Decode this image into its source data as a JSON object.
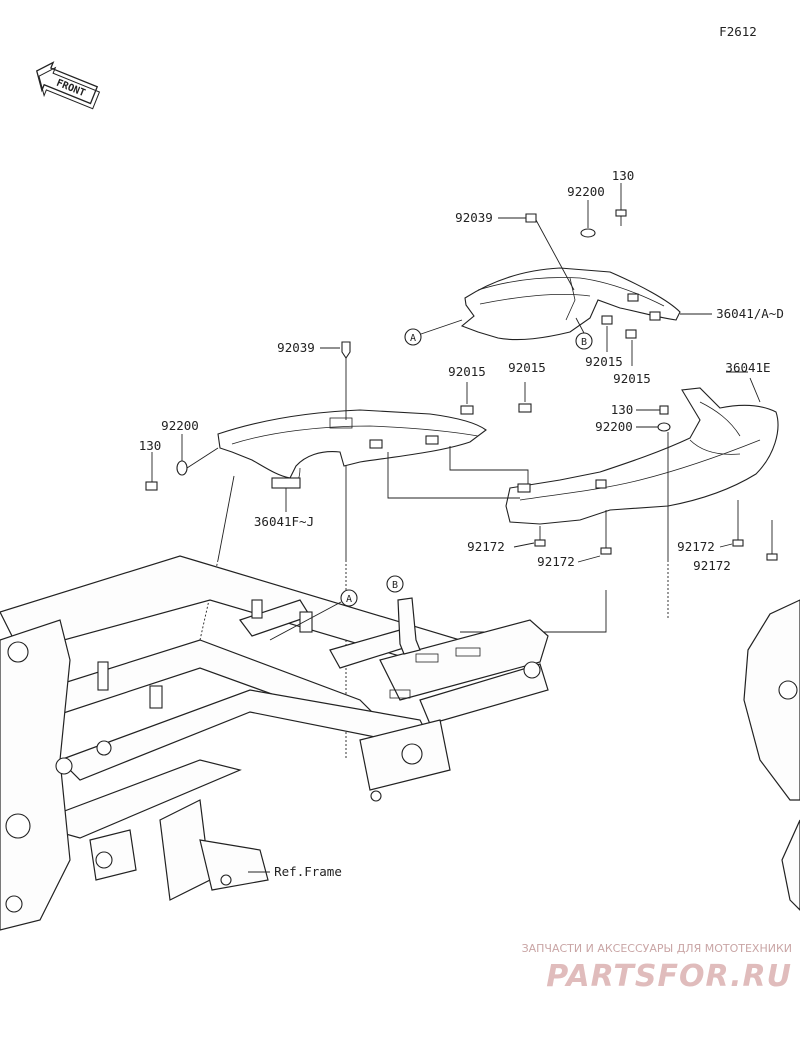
{
  "diagram": {
    "code": "F2612",
    "front_label": "FRONT",
    "callouts": {
      "A": "A",
      "B": "B"
    },
    "parts": {
      "p130_top": "130",
      "p92200_top": "92200",
      "p92039_top": "92039",
      "p36041_ad": "36041/A~D",
      "p92015_b1": "92015",
      "p92015_b2": "92015",
      "p92039_mid": "92039",
      "p92015_m1": "92015",
      "p92015_m2": "92015",
      "p92200_left": "92200",
      "p130_left": "130",
      "p36041_fj": "36041F~J",
      "p36041_e": "36041E",
      "p130_right": "130",
      "p92200_right": "92200",
      "p92172_left": "92172",
      "p92172_mid": "92172",
      "p92172_right": "92172",
      "p92172_right2": "92172",
      "ref_frame": "Ref.Frame"
    }
  },
  "watermark": {
    "tagline": "ЗАПЧАСТИ И АКСЕССУАРЫ ДЛЯ МОТОТЕХНИКИ",
    "logo": "PARTSFOR.RU"
  }
}
